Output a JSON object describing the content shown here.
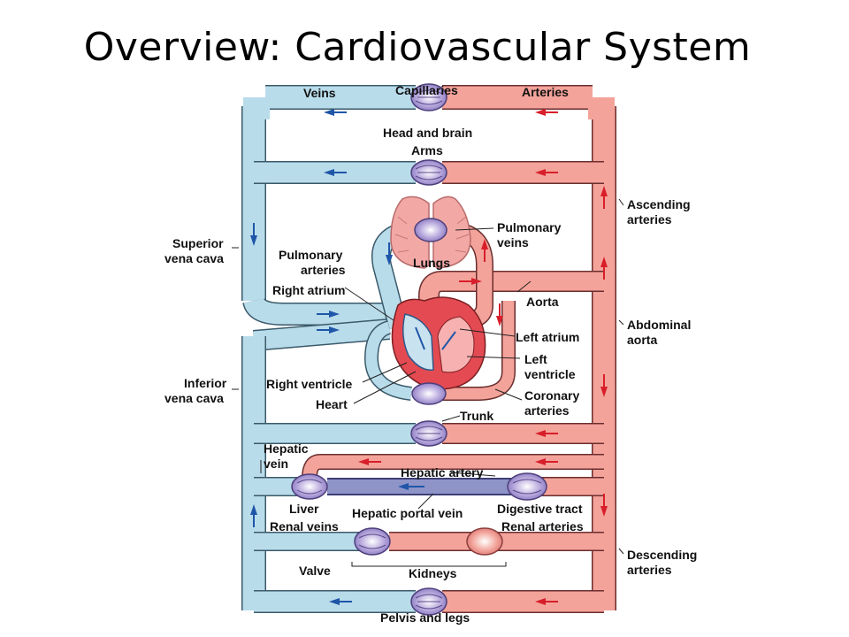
{
  "title": "Overview: Cardiovascular System",
  "colors": {
    "vein": "#b9dceb",
    "vein_outline": "#3a5a6a",
    "artery": "#f4a39a",
    "artery_outline": "#6a2e2e",
    "capillary": "#a99bd2",
    "vein_arrow": "#1f56a8",
    "artery_arrow": "#d81e2a",
    "portal_vein": "#8e94c8"
  },
  "labels": {
    "veins": "Veins",
    "capillaries": "Capillaries",
    "arteries": "Arteries",
    "head_and_brain": "Head and brain",
    "arms": "Arms",
    "ascending_arteries_1": "Ascending",
    "ascending_arteries_2": "arteries",
    "superior_vena_cava_1": "Superior",
    "superior_vena_cava_2": "vena cava",
    "pulmonary_arteries_1": "Pulmonary",
    "pulmonary_arteries_2": "arteries",
    "pulmonary_veins_1": "Pulmonary",
    "pulmonary_veins_2": "veins",
    "lungs": "Lungs",
    "right_atrium": "Right atrium",
    "aorta": "Aorta",
    "abdominal_aorta_1": "Abdominal",
    "abdominal_aorta_2": "aorta",
    "left_atrium": "Left atrium",
    "left_ventricle_1": "Left",
    "left_ventricle_2": "ventricle",
    "inferior_vena_cava_1": "Inferior",
    "inferior_vena_cava_2": "vena cava",
    "right_ventricle": "Right ventricle",
    "heart": "Heart",
    "coronary_arteries_1": "Coronary",
    "coronary_arteries_2": "arteries",
    "trunk": "Trunk",
    "hepatic_vein_1": "Hepatic",
    "hepatic_vein_2": "vein",
    "hepatic_artery": "Hepatic artery",
    "liver": "Liver",
    "hepatic_portal_vein": "Hepatic portal vein",
    "digestive_tract": "Digestive tract",
    "renal_veins": "Renal veins",
    "renal_arteries": "Renal arteries",
    "descending_arteries_1": "Descending",
    "descending_arteries_2": "arteries",
    "valve": "Valve",
    "kidneys": "Kidneys",
    "pelvis_and_legs": "Pelvis and legs"
  }
}
